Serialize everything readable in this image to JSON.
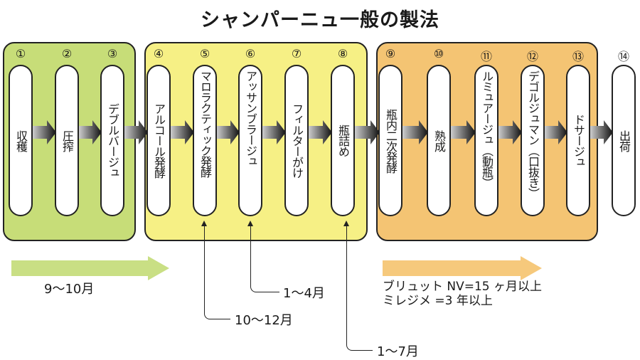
{
  "title": "シャンパーニュ一般の製法",
  "steps": [
    {
      "num": "①",
      "label": "収穫"
    },
    {
      "num": "②",
      "label": "圧搾"
    },
    {
      "num": "③",
      "label": "デブルバージュ"
    },
    {
      "num": "④",
      "label": "アルコール発酵"
    },
    {
      "num": "⑤",
      "label": "マロラクティック発酵"
    },
    {
      "num": "⑥",
      "label": "アッサンブラージュ"
    },
    {
      "num": "⑦",
      "label": "フィルターがけ"
    },
    {
      "num": "⑧",
      "label": "瓶詰め"
    },
    {
      "num": "⑨",
      "label": "瓶内二次発酵"
    },
    {
      "num": "⑩",
      "label": "熟成"
    },
    {
      "num": "⑪",
      "label": "ルミュアージュ（動瓶）"
    },
    {
      "num": "⑫",
      "label": "デゴルジュマン（口抜き）"
    },
    {
      "num": "⑬",
      "label": "ドサージュ"
    },
    {
      "num": "⑭",
      "label": "出荷"
    }
  ],
  "timing": {
    "harvest": "9〜10月",
    "assemblage": "1〜4月",
    "malolactic": "10〜12月",
    "bottling": "1〜7月"
  },
  "aging_notes": [
    "ブリュット NV=15 ヶ月以上",
    "ミレジメ =3 年以上"
  ],
  "colors": {
    "group1": "#c7dd78",
    "group2": "#f6f085",
    "group3": "#f4c473",
    "band_green": "#c9df84",
    "band_orange": "#f6c97c"
  }
}
